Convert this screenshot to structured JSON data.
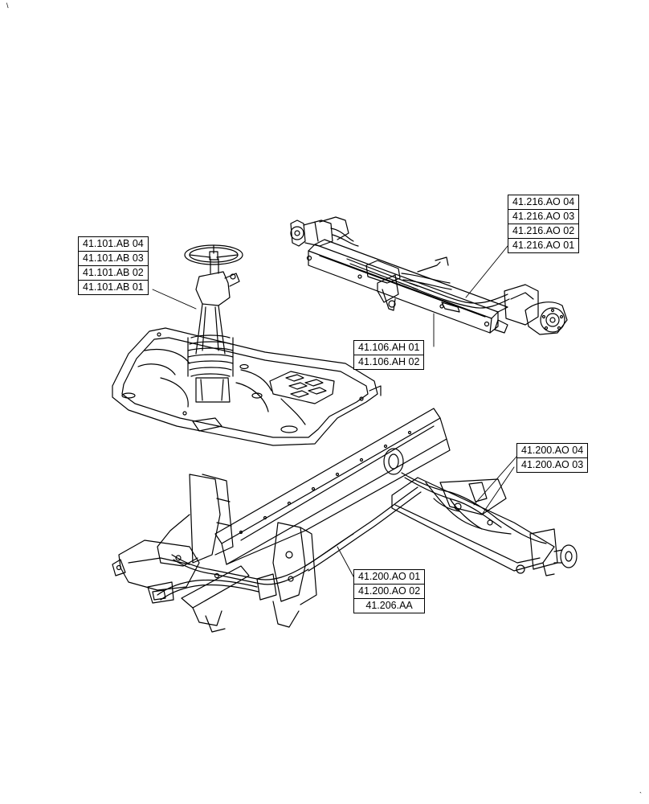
{
  "callouts": {
    "axle_top": [
      "41.216.AO 04",
      "41.216.AO 03",
      "41.216.AO 02",
      "41.216.AO 01"
    ],
    "steering": [
      "41.101.AB 04",
      "41.101.AB 03",
      "41.101.AB 02",
      "41.101.AB 01"
    ],
    "axle_bottom": [
      "41.106.AH 01",
      "41.106.AH 02"
    ],
    "frame_right": [
      "41.200.AO 04",
      "41.200.AO 03"
    ],
    "frame_center": [
      "41.200.AO 01",
      "41.200.AO 02",
      "41.206.AA"
    ]
  },
  "corner_marks": {
    "top_left": "\\",
    "bottom_right": "`"
  }
}
